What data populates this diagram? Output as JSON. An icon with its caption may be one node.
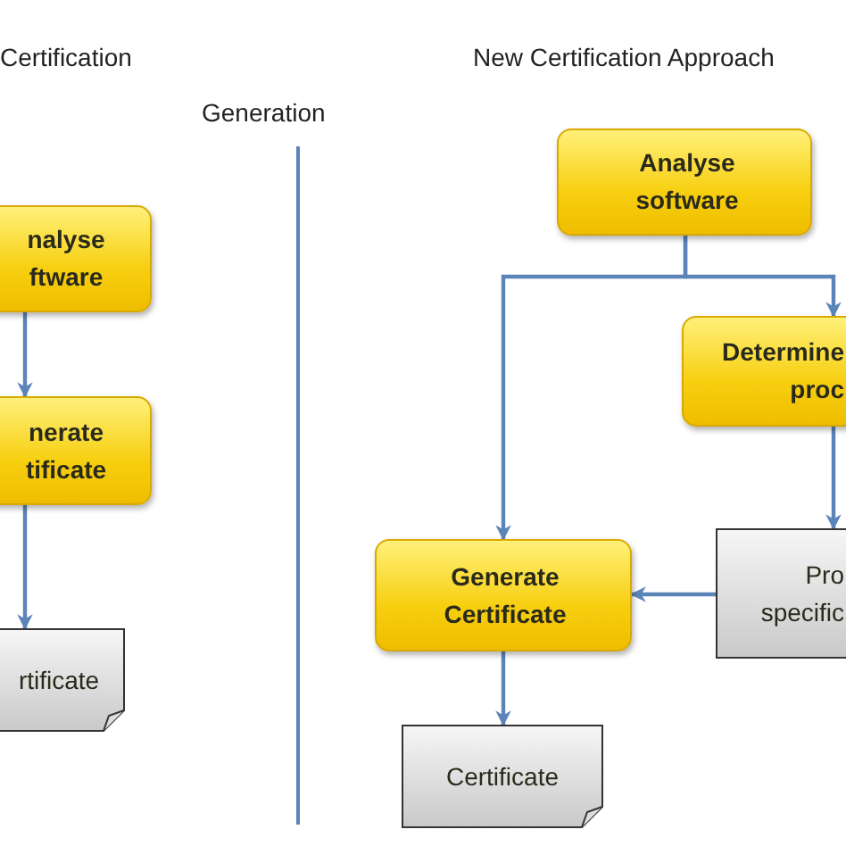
{
  "diagram": {
    "nodes": [
      {
        "text": [
          "nalyse ftware"
        ]
      },
      {
        "text": [
          "nerate tificate"
        ]
      },
      {
        "text": [
          "rtificate"
        ]
      },
      {
        "text": [
          "Analyse software"
        ]
      },
      {
        "text": [
          "Determine proc"
        ]
      },
      {
        "text": [
          "Pro specific"
        ]
      },
      {
        "text": [
          "Generate Certificate"
        ]
      },
      {
        "text": [
          "Certificate"
        ]
      }
    ],
    "edges": [
      {
        "from": 0,
        "to": 1,
        "arrow": "to"
      },
      {
        "from": 1,
        "to": 2,
        "arrow": "to"
      },
      {
        "from": 3,
        "to": 6,
        "arrow": "to"
      },
      {
        "from": 3,
        "to": 4,
        "arrow": "to"
      },
      {
        "from": 4,
        "to": 5,
        "arrow": "to"
      },
      {
        "from": 5,
        "to": 6,
        "arrow": "to"
      },
      {
        "from": 6,
        "to": 7,
        "arrow": "to"
      }
    ],
    "labels": [
      "Certification",
      "Generation",
      "New Certification Approach"
    ]
  }
}
